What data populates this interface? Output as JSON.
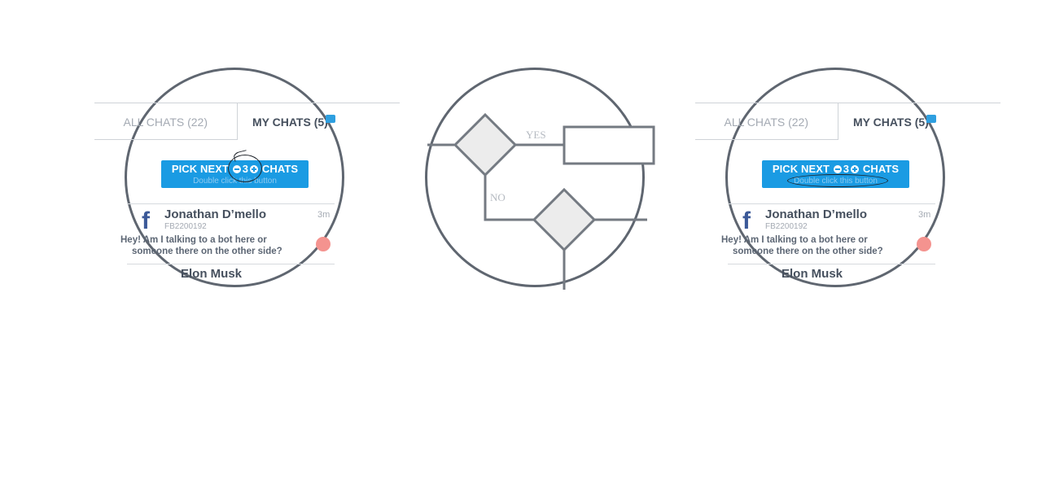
{
  "chat_panel": {
    "tab_all": "ALL CHATS (22)",
    "tab_mine": "MY CHATS (5)",
    "pick_prefix": "PICK NEXT",
    "pick_count": "3",
    "pick_suffix": "CHATS",
    "pick_hint": "Double click this button",
    "contact_name": "Jonathan D’mello",
    "contact_id": "FB2200192",
    "contact_time": "3m",
    "contact_msg_line1": "Hey! Am I talking to a bot here or",
    "contact_msg_line2": "someone there on the other side?",
    "next_contact": "Elon Musk"
  },
  "flowchart": {
    "yes_label": "YES",
    "no_label": "NO"
  },
  "colors": {
    "accent": "#1a9be3",
    "ring": "#5f6670",
    "facebook": "#3b5998",
    "unread": "#f4938f",
    "diamond_fill": "#ececec"
  },
  "icons": [
    "minus-circle-icon",
    "plus-circle-icon",
    "facebook-icon",
    "chat-bubble-icon"
  ]
}
